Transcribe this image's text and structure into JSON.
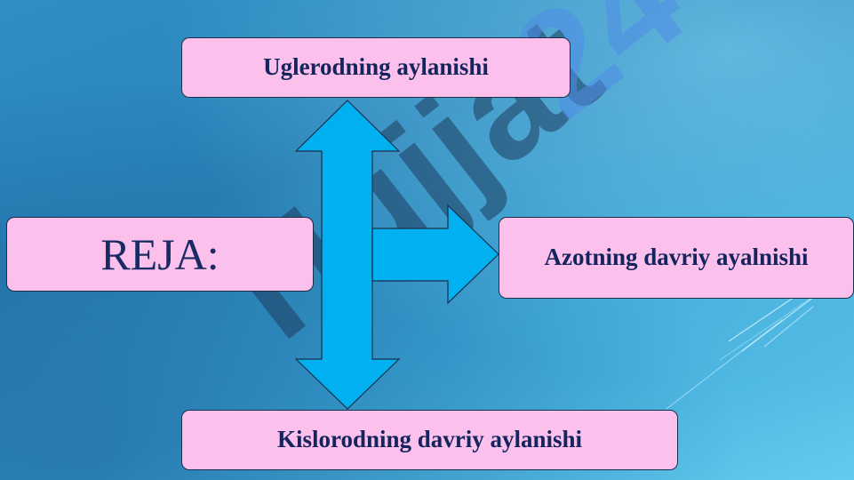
{
  "diagram": {
    "top_box": "Uglerodning aylanishi",
    "left_box": "REJA:",
    "right_box": "Azotning davriy ayalnishi",
    "bottom_box": "Kislorodning davriy aylanishi"
  },
  "watermark": {
    "text": "Hujjat 24"
  },
  "colors": {
    "box_fill": "#fbc0ec",
    "arrow_fill": "#00b0f0",
    "text": "#14245c"
  }
}
